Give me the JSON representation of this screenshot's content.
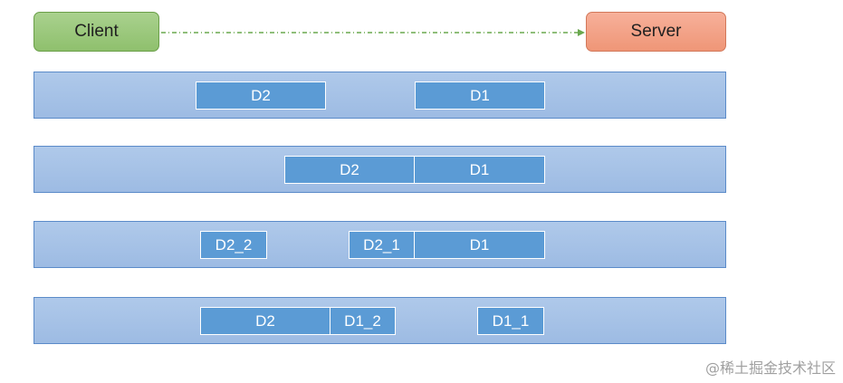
{
  "nodes": {
    "client": "Client",
    "server": "Server"
  },
  "lanes": [
    {
      "packets": [
        "D2",
        "D1"
      ]
    },
    {
      "packets": [
        "D2",
        "D1"
      ]
    },
    {
      "packets": [
        "D2_2",
        "D2_1",
        "D1"
      ]
    },
    {
      "packets": [
        "D2",
        "D1_2",
        "D1_1"
      ]
    }
  ],
  "watermark": "@稀土掘金技术社区",
  "colors": {
    "client_fill": "#a9d18e",
    "server_fill": "#f4a68a",
    "lane_fill": "#a7c4e8",
    "packet_fill": "#5b9bd5",
    "arrow": "#6aa84f"
  }
}
